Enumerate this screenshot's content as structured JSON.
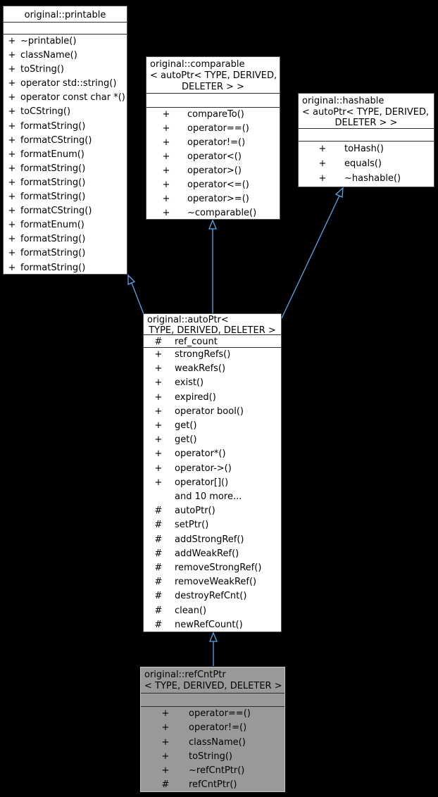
{
  "colors": {
    "background": "#000000",
    "node_fill": "#ffffff",
    "node_border": "#4f4f4f",
    "node_separator": "#2e2e2e",
    "selected_fill": "#999999",
    "selected_border": "#c8c8c8",
    "arrow": "#58a8ef",
    "text": "#000000"
  },
  "classes": [
    {
      "id": "printable",
      "highlighted": false,
      "title_lines": [
        "original::printable"
      ],
      "attributes": [],
      "methods": [
        {
          "vis": "+",
          "name": "~printable()"
        },
        {
          "vis": "+",
          "name": "className()"
        },
        {
          "vis": "+",
          "name": "toString()"
        },
        {
          "vis": "+",
          "name": "operator std::string()"
        },
        {
          "vis": "+",
          "name": "operator const char *()"
        },
        {
          "vis": "+",
          "name": "toCString()"
        },
        {
          "vis": "+",
          "name": "formatString()"
        },
        {
          "vis": "+",
          "name": "formatCString()"
        },
        {
          "vis": "+",
          "name": "formatEnum()"
        },
        {
          "vis": "+",
          "name": "formatString()"
        },
        {
          "vis": "+",
          "name": "formatString()"
        },
        {
          "vis": "+",
          "name": "formatString()"
        },
        {
          "vis": "+",
          "name": "formatCString()"
        },
        {
          "vis": "+",
          "name": "formatEnum()"
        },
        {
          "vis": "+",
          "name": "formatString()"
        },
        {
          "vis": "+",
          "name": "formatString()"
        },
        {
          "vis": "+",
          "name": "formatString()"
        }
      ]
    },
    {
      "id": "comparable",
      "highlighted": false,
      "title_lines": [
        "original::comparable",
        "< autoPtr< TYPE, DERIVED,",
        "DELETER > >"
      ],
      "attributes": [],
      "methods": [
        {
          "vis": "+",
          "name": "compareTo()"
        },
        {
          "vis": "+",
          "name": "operator==()"
        },
        {
          "vis": "+",
          "name": "operator!=()"
        },
        {
          "vis": "+",
          "name": "operator<()"
        },
        {
          "vis": "+",
          "name": "operator>()"
        },
        {
          "vis": "+",
          "name": "operator<=()"
        },
        {
          "vis": "+",
          "name": "operator>=()"
        },
        {
          "vis": "+",
          "name": "~comparable()"
        }
      ]
    },
    {
      "id": "hashable",
      "highlighted": false,
      "title_lines": [
        "original::hashable",
        "< autoPtr< TYPE, DERIVED,",
        "DELETER > >"
      ],
      "attributes": [],
      "methods": [
        {
          "vis": "+",
          "name": "toHash()"
        },
        {
          "vis": "+",
          "name": "equals()"
        },
        {
          "vis": "+",
          "name": "~hashable()"
        }
      ]
    },
    {
      "id": "autoPtr",
      "highlighted": false,
      "title_lines": [
        "original::autoPtr<",
        "TYPE, DERIVED, DELETER >"
      ],
      "attributes": [
        {
          "vis": "#",
          "name": "ref_count"
        }
      ],
      "methods": [
        {
          "vis": "+",
          "name": "strongRefs()"
        },
        {
          "vis": "+",
          "name": "weakRefs()"
        },
        {
          "vis": "+",
          "name": "exist()"
        },
        {
          "vis": "+",
          "name": "expired()"
        },
        {
          "vis": "+",
          "name": "operator bool()"
        },
        {
          "vis": "+",
          "name": "get()"
        },
        {
          "vis": "+",
          "name": "get()"
        },
        {
          "vis": "+",
          "name": "operator*()"
        },
        {
          "vis": "+",
          "name": "operator->()"
        },
        {
          "vis": "+",
          "name": "operator[]()"
        },
        {
          "vis": "",
          "name": "and 10 more..."
        },
        {
          "vis": "#",
          "name": "autoPtr()"
        },
        {
          "vis": "#",
          "name": "setPtr()"
        },
        {
          "vis": "#",
          "name": "addStrongRef()"
        },
        {
          "vis": "#",
          "name": "addWeakRef()"
        },
        {
          "vis": "#",
          "name": "removeStrongRef()"
        },
        {
          "vis": "#",
          "name": "removeWeakRef()"
        },
        {
          "vis": "#",
          "name": "destroyRefCnt()"
        },
        {
          "vis": "#",
          "name": "clean()"
        },
        {
          "vis": "#",
          "name": "newRefCount()"
        }
      ]
    },
    {
      "id": "refCntPtr",
      "highlighted": true,
      "title_lines": [
        "original::refCntPtr",
        "< TYPE, DERIVED, DELETER >"
      ],
      "attributes": [],
      "methods": [
        {
          "vis": "+",
          "name": "operator==()"
        },
        {
          "vis": "+",
          "name": "operator!=()"
        },
        {
          "vis": "+",
          "name": "className()"
        },
        {
          "vis": "+",
          "name": "toString()"
        },
        {
          "vis": "+",
          "name": "~refCntPtr()"
        },
        {
          "vis": "#",
          "name": "refCntPtr()"
        }
      ]
    }
  ],
  "relations": [
    {
      "type": "public-inheritance",
      "from": "original::autoPtr",
      "to": "original::printable"
    },
    {
      "type": "public-inheritance",
      "from": "original::autoPtr",
      "to": "original::comparable"
    },
    {
      "type": "public-inheritance",
      "from": "original::autoPtr",
      "to": "original::hashable"
    },
    {
      "type": "public-inheritance",
      "from": "original::refCntPtr",
      "to": "original::autoPtr"
    }
  ]
}
